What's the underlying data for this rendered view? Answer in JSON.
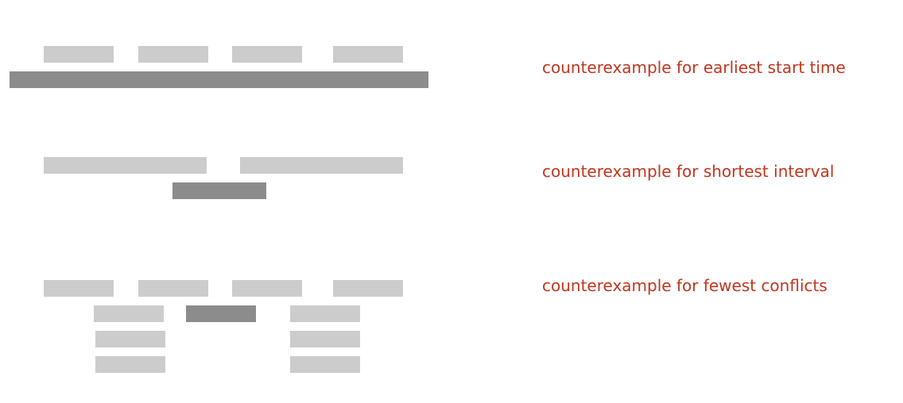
{
  "colors": {
    "caption": "#c0361f",
    "interval_light": "#cccccc",
    "interval_highlight": "#8c8c8c"
  },
  "examples": [
    {
      "caption": "counterexample for earliest start time"
    },
    {
      "caption": "counterexample for shortest interval"
    },
    {
      "caption": "counterexample for fewest conflicts"
    }
  ]
}
